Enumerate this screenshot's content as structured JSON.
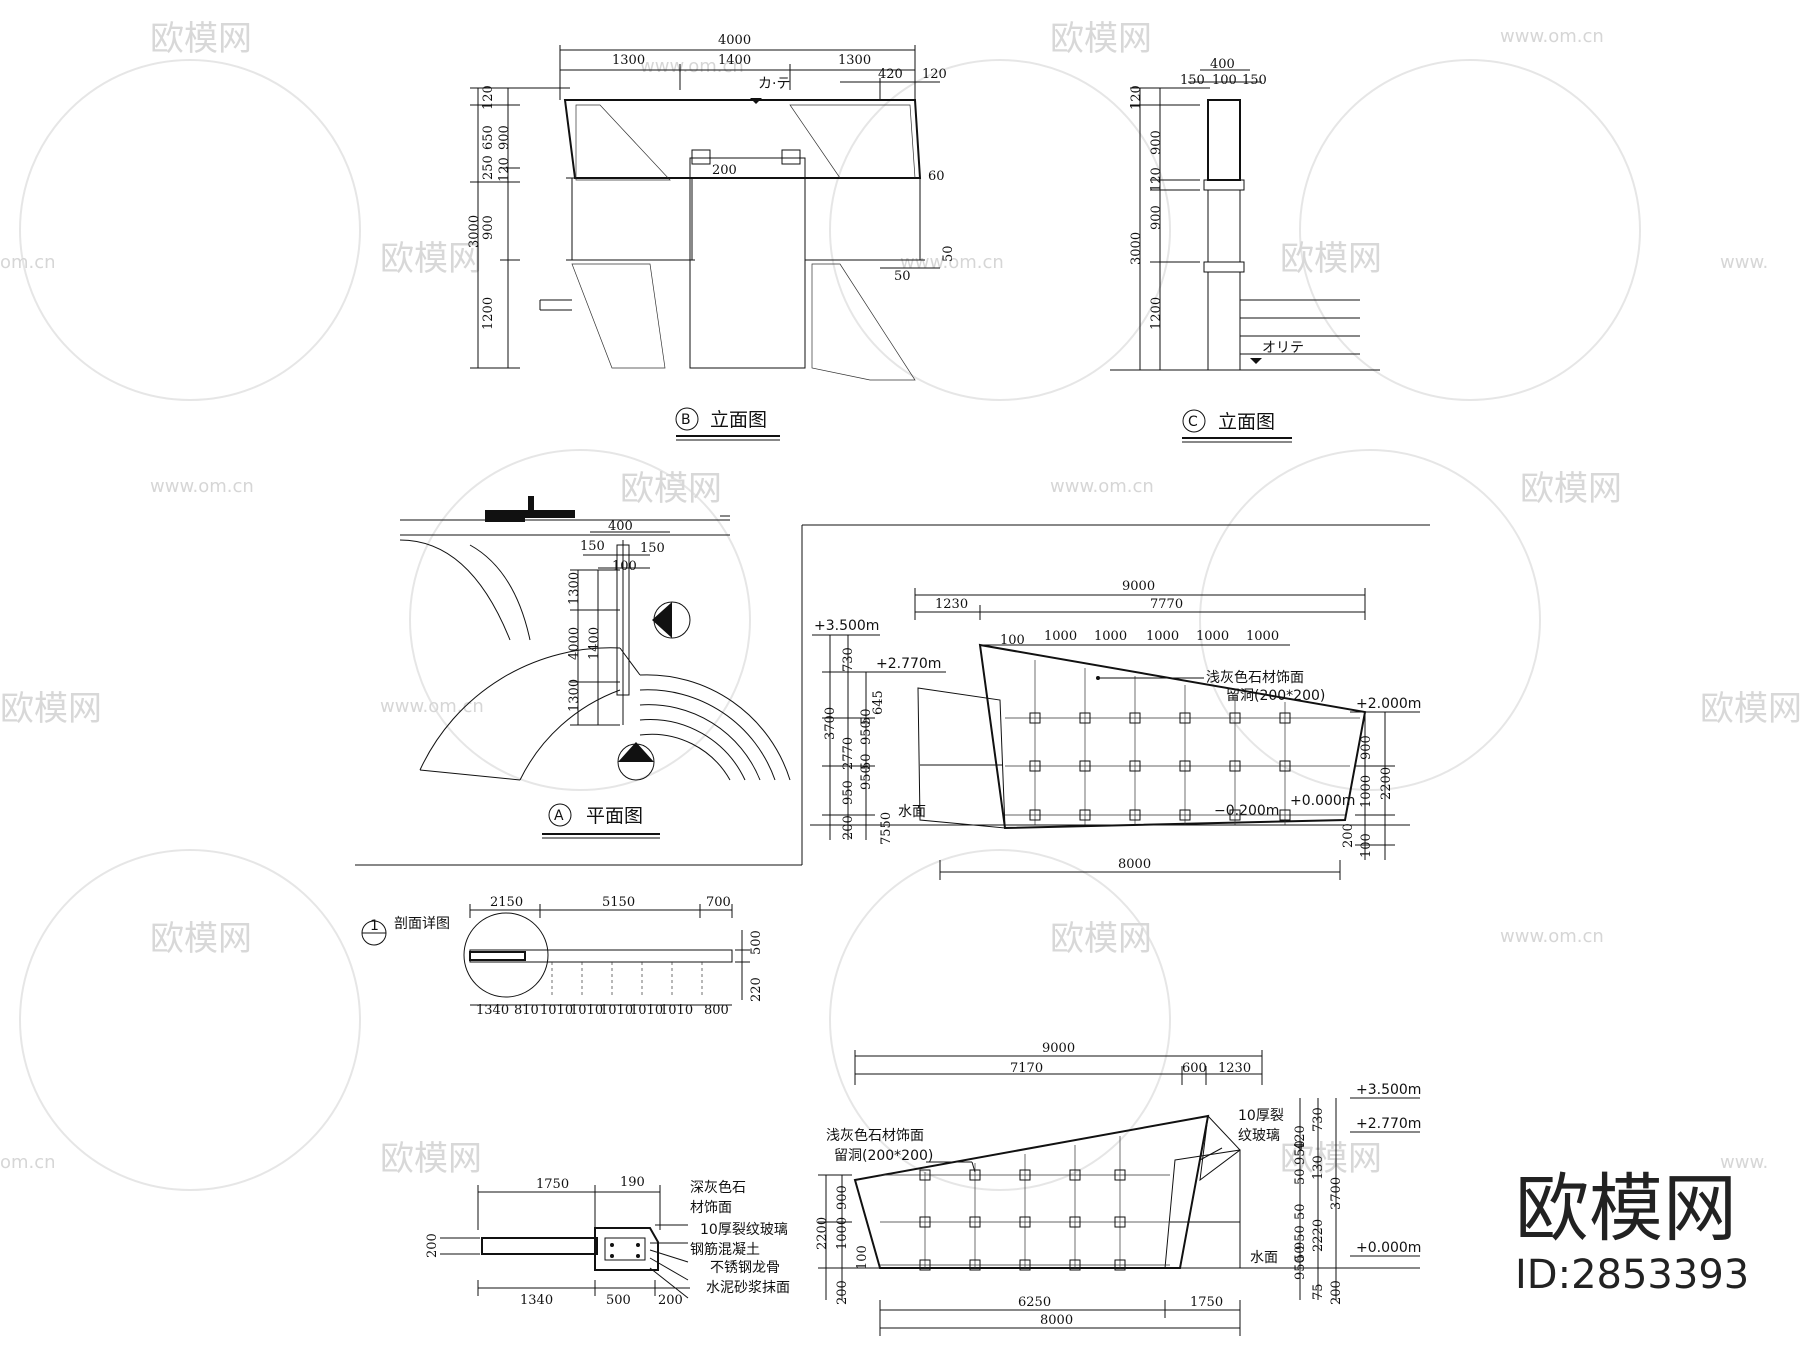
{
  "watermark": {
    "brand": "欧模网",
    "url": "www.om.cn",
    "url_short": "om.cn",
    "url_left": "www."
  },
  "logo": {
    "name": "欧模网",
    "id": "ID:2853393"
  },
  "elevB": {
    "title": "立面图",
    "symbol": "B",
    "top_total": "4000",
    "top_seg1": "1300",
    "top_seg2": "1400",
    "top_seg3": "1300",
    "top_r1": "420",
    "top_r2": "120",
    "kate": "カ·テ",
    "d200": "200",
    "d60": "60",
    "d50a": "50",
    "d50b": "50",
    "left": [
      "120",
      "650",
      "900",
      "250",
      "120",
      "3000",
      "900",
      "1200"
    ]
  },
  "elevC": {
    "title": "立面图",
    "symbol": "C",
    "top": "400",
    "top_l": "150",
    "top_m": "100",
    "top_r": "150",
    "left": [
      "120",
      "900",
      "120",
      "900",
      "3000",
      "1200"
    ],
    "orite": "オリテ"
  },
  "plan": {
    "title": "平面图",
    "symbol": "A",
    "d400": "400",
    "d150a": "150",
    "d150b": "150",
    "d100": "100",
    "left": [
      "1300",
      "4000",
      "1400",
      "1300"
    ]
  },
  "elevR": {
    "total": "9000",
    "seg1": "1230",
    "seg2": "7770",
    "grid": [
      "100",
      "1000",
      "1000",
      "1000",
      "1000",
      "1000"
    ],
    "lev1": "+3.500m",
    "lev2": "+2.770m",
    "lev3": "+2.000m",
    "lev4": "+0.000m",
    "lev5": "−0.200m",
    "stone": "浅灰色石材饰面",
    "hole": "留洞(200*200)",
    "water": "水面",
    "left": [
      "730",
      "645",
      "3700",
      "950",
      "50",
      "2770",
      "950",
      "50",
      "950",
      "200",
      "7550"
    ],
    "right": [
      "900",
      "1000",
      "2200",
      "200",
      "100"
    ],
    "bottom": "8000"
  },
  "section1": {
    "symbol": "1",
    "title": "剖面详图",
    "top": [
      "2150",
      "5150",
      "700"
    ],
    "right": [
      "500",
      "220"
    ],
    "bottom": [
      "1340",
      "810",
      "1010",
      "1010",
      "1010",
      "1010",
      "1010",
      "800"
    ]
  },
  "elevBot": {
    "total": "9000",
    "seg1": "7170",
    "seg2": "600",
    "seg3": "1230",
    "stone": "浅灰色石材饰面",
    "hole": "留洞(200*200)",
    "glass": "10厚裂",
    "glass2": "纹玻璃",
    "water": "水面",
    "lev1": "+3.500m",
    "lev2": "+2.770m",
    "lev3": "+0.000m",
    "left": [
      "2200",
      "900",
      "1000",
      "100",
      "200"
    ],
    "right": [
      "730",
      "420",
      "50",
      "950",
      "130",
      "50",
      "950",
      "3700",
      "2220",
      "950",
      "50",
      "75",
      "200"
    ],
    "bottom1": "6250",
    "bottom2": "1750",
    "bottom3": "8000"
  },
  "detail": {
    "top1": "1750",
    "top2": "190",
    "left": "200",
    "bottom": [
      "1340",
      "500",
      "200"
    ],
    "notes": [
      "深灰色石",
      "材饰面",
      "10厚裂纹玻璃",
      "钢筋混凝土",
      "不锈钢龙骨",
      "水泥砂浆抹面"
    ]
  }
}
